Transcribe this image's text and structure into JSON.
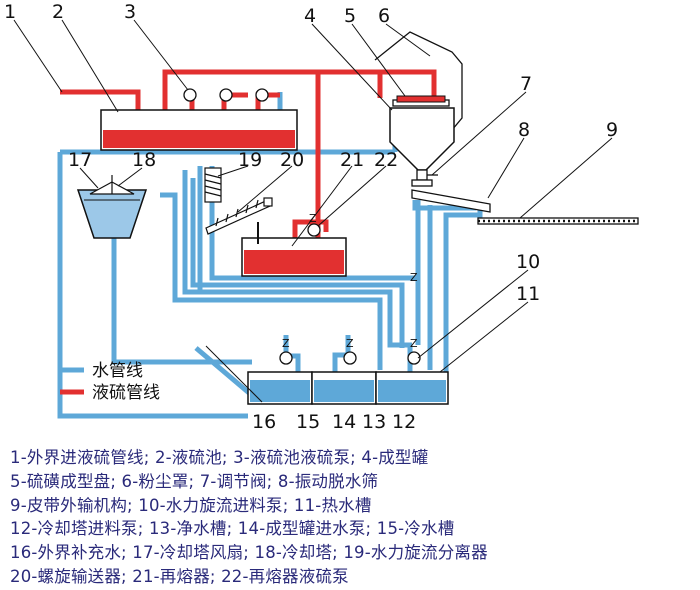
{
  "colors": {
    "water": "#5ea8d8",
    "sulfur": "#e23030",
    "water_fill": "#9cc8e8",
    "line": "#111111",
    "caption_text": "#2a2a7a"
  },
  "numbers": [
    "1",
    "2",
    "3",
    "4",
    "5",
    "6",
    "7",
    "8",
    "9",
    "10",
    "11",
    "12",
    "13",
    "14",
    "15",
    "16",
    "17",
    "18",
    "19",
    "20",
    "21",
    "22"
  ],
  "pump_mark": "Z",
  "legend": {
    "water": "水管线",
    "sulfur": "液硫管线"
  },
  "caption": [
    "1-外界进液硫管线; 2-液硫池; 3-液硫池液硫泵; 4-成型罐",
    "5-硫磺成型盘; 6-粉尘罩; 7-调节阀; 8-振动脱水筛",
    "9-皮带外输机构; 10-水力旋流进料泵; 11-热水槽",
    "12-冷却塔进料泵; 13-净水槽; 14-成型罐进水泵; 15-冷水槽",
    "16-外界补充水; 17-冷却塔风扇; 18-冷却塔; 19-水力旋流分离器",
    "20-螺旋输送器; 21-再熔器; 22-再熔器液硫泵"
  ]
}
